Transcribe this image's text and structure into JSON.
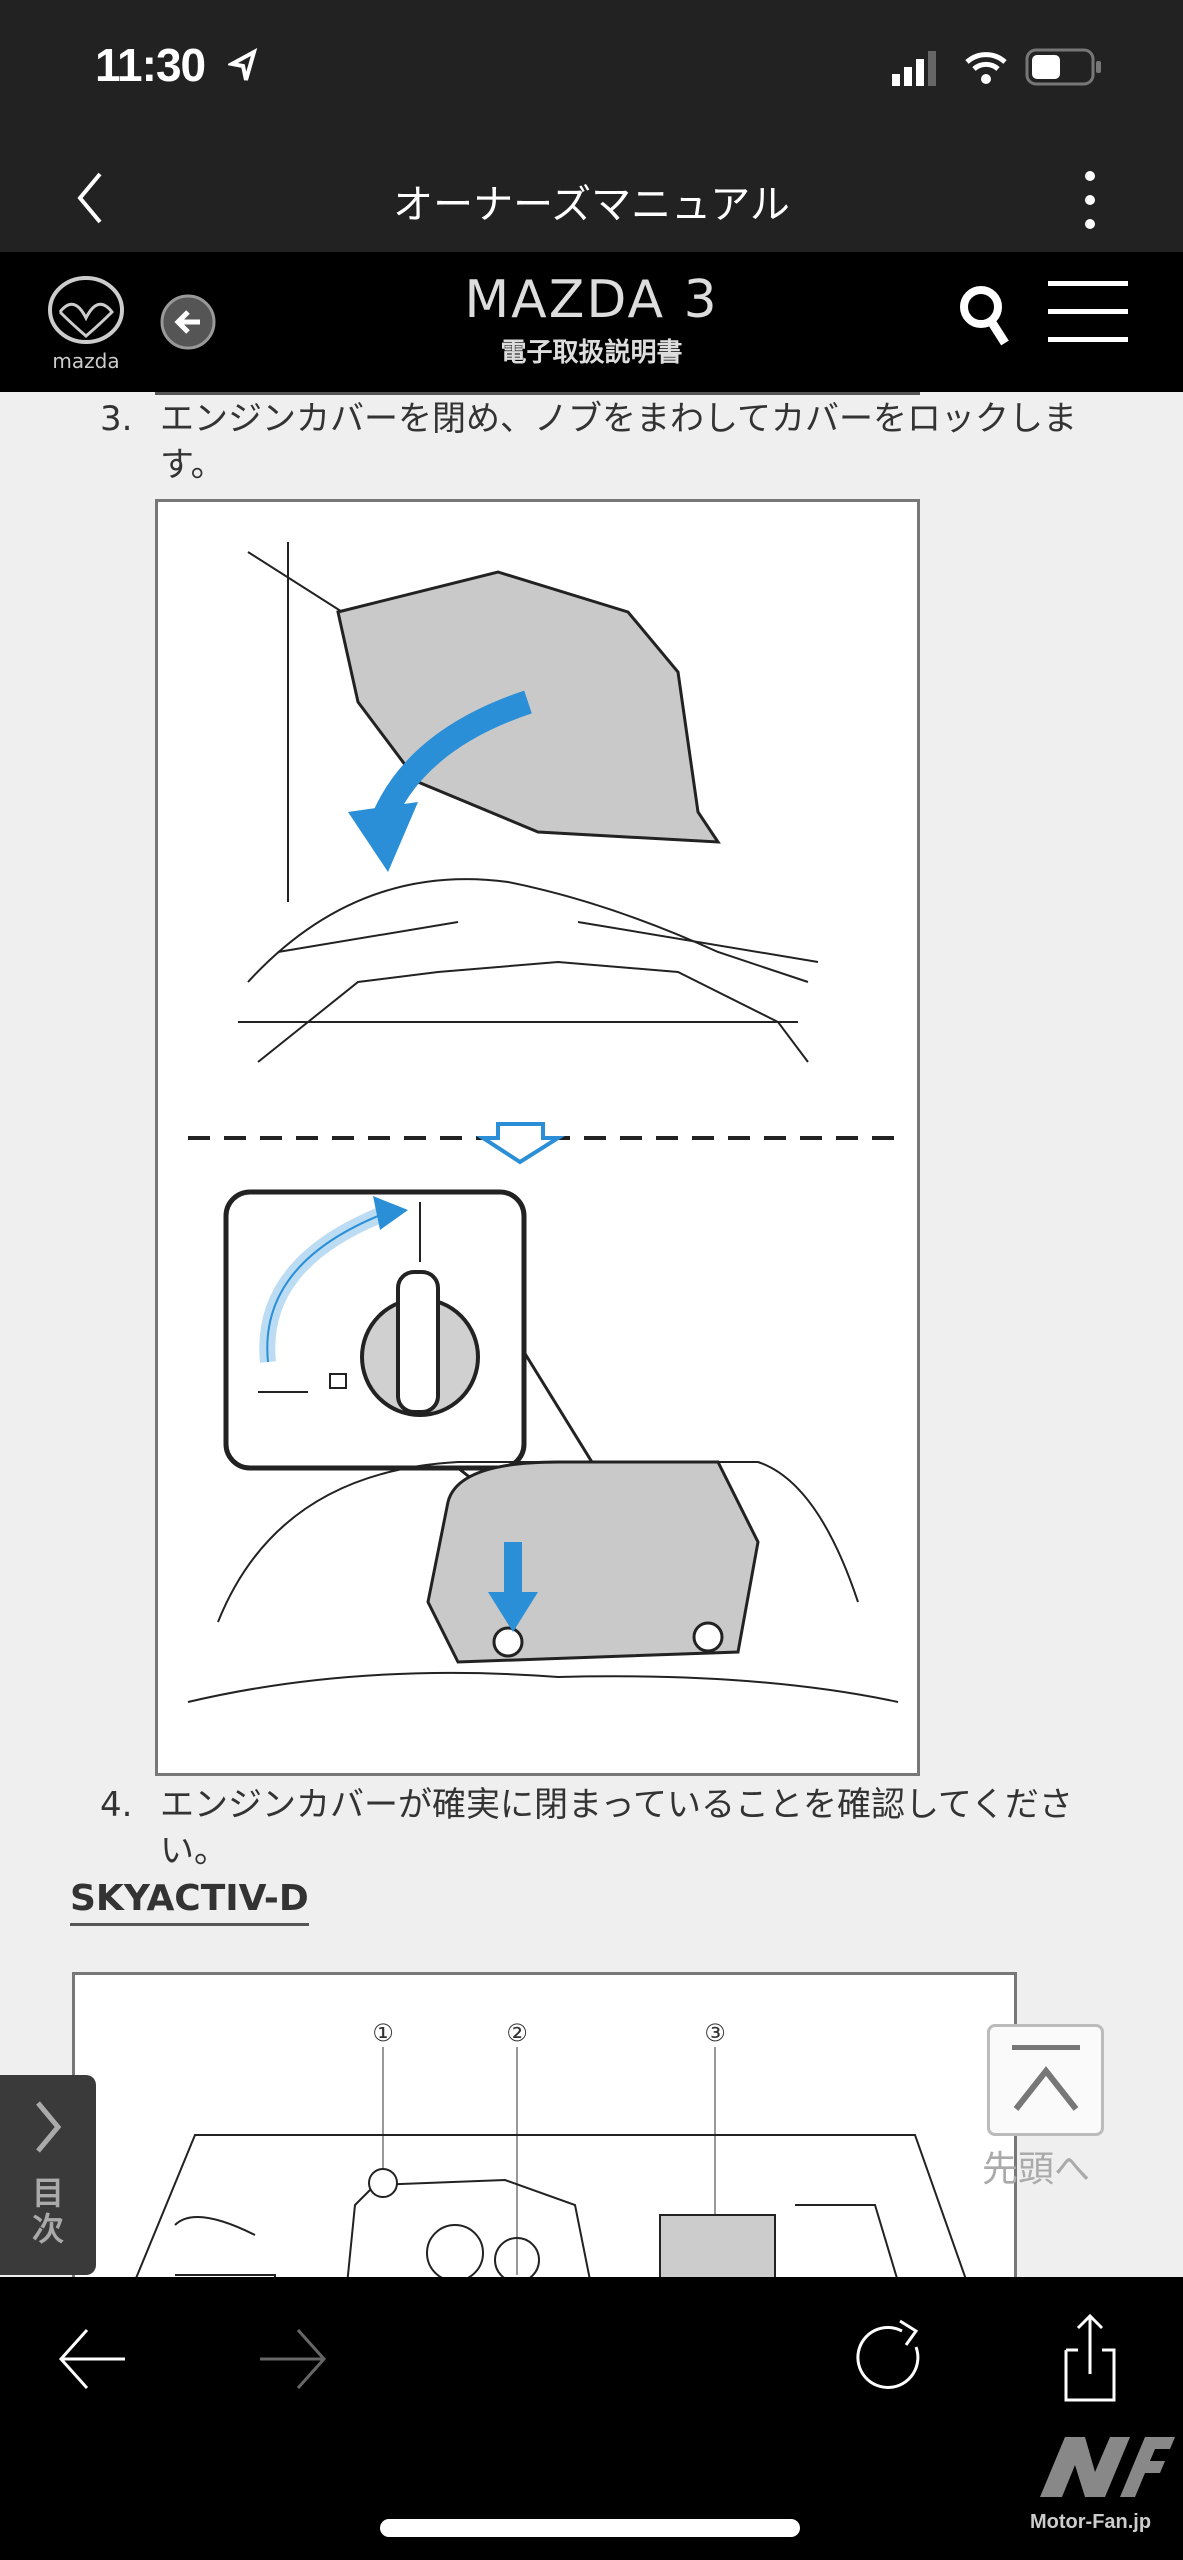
{
  "status_bar": {
    "time": "11:30"
  },
  "app_bar": {
    "title": "オーナーズマニュアル"
  },
  "manual_header": {
    "brand": "mazda",
    "model": "MAZDA 3",
    "subtitle": "電子取扱説明書"
  },
  "steps": [
    {
      "number": "3.",
      "text": "エンジンカバーを閉め、ノブをまわしてカバーをロックします。"
    },
    {
      "number": "4.",
      "text": "エンジンカバーが確実に閉まっていることを確認してください。"
    }
  ],
  "section": {
    "heading": "SKYACTIV-D",
    "callouts": [
      "①",
      "②",
      "③"
    ]
  },
  "side_tab": {
    "label": "目次"
  },
  "scroll_top": {
    "label": "先頭へ"
  },
  "watermark": {
    "text": "Motor-Fan.jp"
  },
  "colors": {
    "accent_blue": "#2a8fd6"
  }
}
